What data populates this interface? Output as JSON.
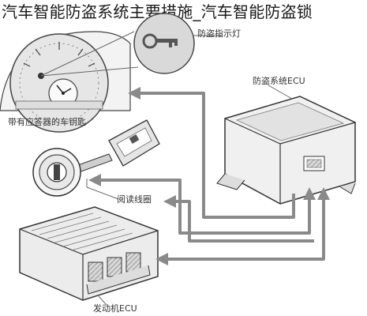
{
  "title": "汽车智能防盗系统主要措施_汽车智能防盗锁",
  "labels": {
    "warning_lamp": "防盗指示灯",
    "anti_theft_ecu": "防盗系统ECU",
    "key_with_transponder": "带有应答器的车钥匙",
    "antenna_coil": "阅读线圈",
    "engine_ecu": "发动机ECU"
  },
  "colors": {
    "line": "#555555",
    "arrow_fill": "#8a8a8a",
    "ecu_body": "#f0f0f0",
    "ecu_outline": "#333333",
    "gauge_face": "#e6e6e6"
  }
}
